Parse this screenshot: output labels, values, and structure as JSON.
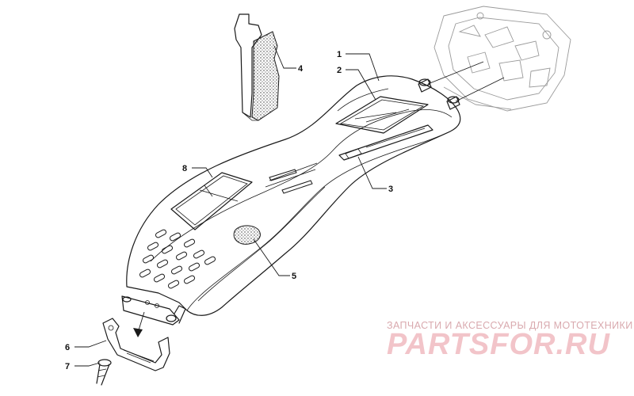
{
  "diagram": {
    "callouts": [
      {
        "id": "callout-1",
        "label": "1"
      },
      {
        "id": "callout-2",
        "label": "2"
      },
      {
        "id": "callout-3",
        "label": "3"
      },
      {
        "id": "callout-4",
        "label": "4"
      },
      {
        "id": "callout-5",
        "label": "5"
      },
      {
        "id": "callout-6",
        "label": "6"
      },
      {
        "id": "callout-7",
        "label": "7"
      },
      {
        "id": "callout-8",
        "label": "8"
      }
    ]
  },
  "watermark": {
    "tagline": "ЗАПЧАСТИ И АКСЕССУАРЫ ДЛЯ МОТОТЕХНИКИ",
    "logo": "PARTSFOR.RU",
    "color": "#f2c4c9"
  }
}
